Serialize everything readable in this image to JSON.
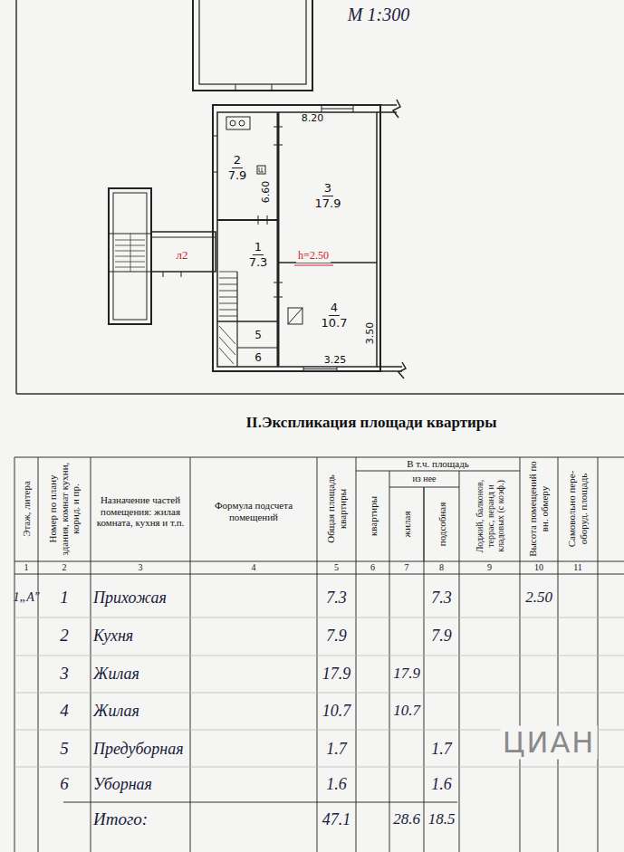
{
  "diagram": {
    "title": "II.Экспликация площади квартиры",
    "nodes": [
      {
        "text": [
          "1",
          "7.3"
        ]
      },
      {
        "text": [
          "2",
          "7.9"
        ]
      },
      {
        "text": [
          "3",
          "17.9"
        ]
      },
      {
        "text": [
          "4",
          "10.7"
        ]
      },
      {
        "text": [
          "5"
        ]
      },
      {
        "text": [
          "6"
        ]
      }
    ],
    "labels": [
      "М 1:300",
      "8.20",
      "6.60",
      "h=2.50",
      "л2",
      "3.50",
      "3.25",
      "Этаж, литера",
      "Номер по плану здания, комнат кухни, корид. и пр.",
      "Назначение частей помещения: жилая комната, кухня и т.п.",
      "Формула подсчета помещений",
      "Общая площадь квартиры",
      "В т.ч. площадь",
      "квартиры",
      "из нее",
      "жилая",
      "подсобная",
      "Лоджий, балконов, террас, веранд и кладовых (с коэф.)",
      "Высота помещений по вн. обмеру",
      "Самовольно пере-оборуд. площадь",
      "1",
      "2",
      "3",
      "4",
      "5",
      "6",
      "7",
      "8",
      "9",
      "10",
      "11",
      "1„А\"",
      "1",
      "Прихожая",
      "7.3",
      "7.3",
      "2.50",
      "2",
      "Кухня",
      "7.9",
      "7.9",
      "3",
      "Жилая",
      "17.9",
      "17.9",
      "4",
      "Жилая",
      "10.7",
      "10.7",
      "5",
      "Предуборная",
      "1.7",
      "1.7",
      "6",
      "Уборная",
      "1.6",
      "1.6",
      "Итого:",
      "47.1",
      "28.6",
      "18.5",
      "ЦИАН"
    ]
  }
}
